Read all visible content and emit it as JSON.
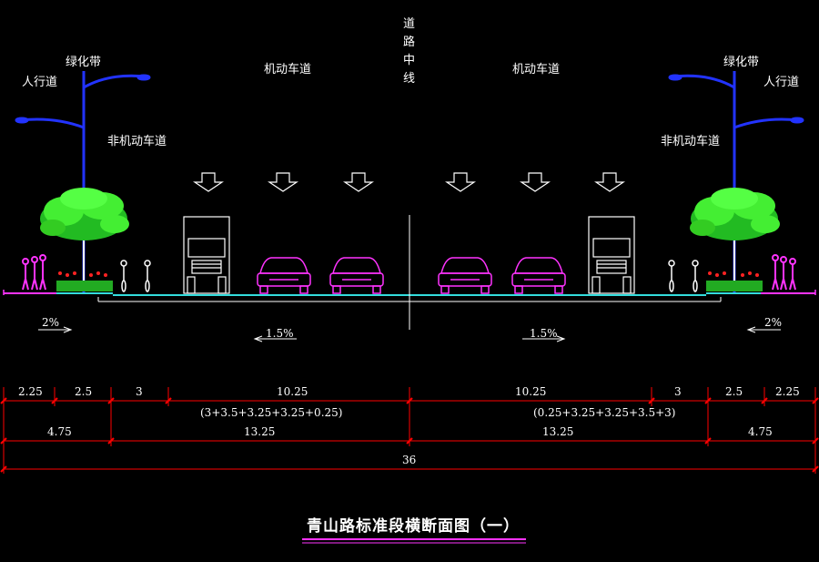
{
  "labels": {
    "sidewalk_left": "人行道",
    "sidewalk_right": "人行道",
    "green_belt_left": "绿化带",
    "green_belt_right": "绿化带",
    "non_motor_left": "非机动车道",
    "non_motor_right": "非机动车道",
    "motor_left": "机动车道",
    "motor_right": "机动车道",
    "centerline": [
      "道",
      "路",
      "中",
      "线"
    ]
  },
  "slopes": {
    "left_side": "2%",
    "left_road": "1.5%",
    "right_road": "1.5%",
    "right_side": "2%"
  },
  "dimensions": {
    "row1": [
      "2.25",
      "2.5",
      "3",
      "10.25",
      "10.25",
      "3",
      "2.5",
      "2.25"
    ],
    "row1_sub_left": "(3+3.5+3.25+3.25+0.25)",
    "row1_sub_right": "(0.25+3.25+3.25+3.5+3)",
    "row2": [
      "4.75",
      "13.25",
      "13.25",
      "4.75"
    ],
    "row3": "36"
  },
  "title": "青山路标准段横断面图（一）",
  "colors": {
    "background": "#000000",
    "dimension_line": "#ff0000",
    "lamp_pole": "#2233ff",
    "vehicle_car": "#ff33ff",
    "vehicle_truck": "#ffffff",
    "tree": "#33dd22",
    "pavement": "#33dddd",
    "title_underline": "#ff33ff"
  }
}
